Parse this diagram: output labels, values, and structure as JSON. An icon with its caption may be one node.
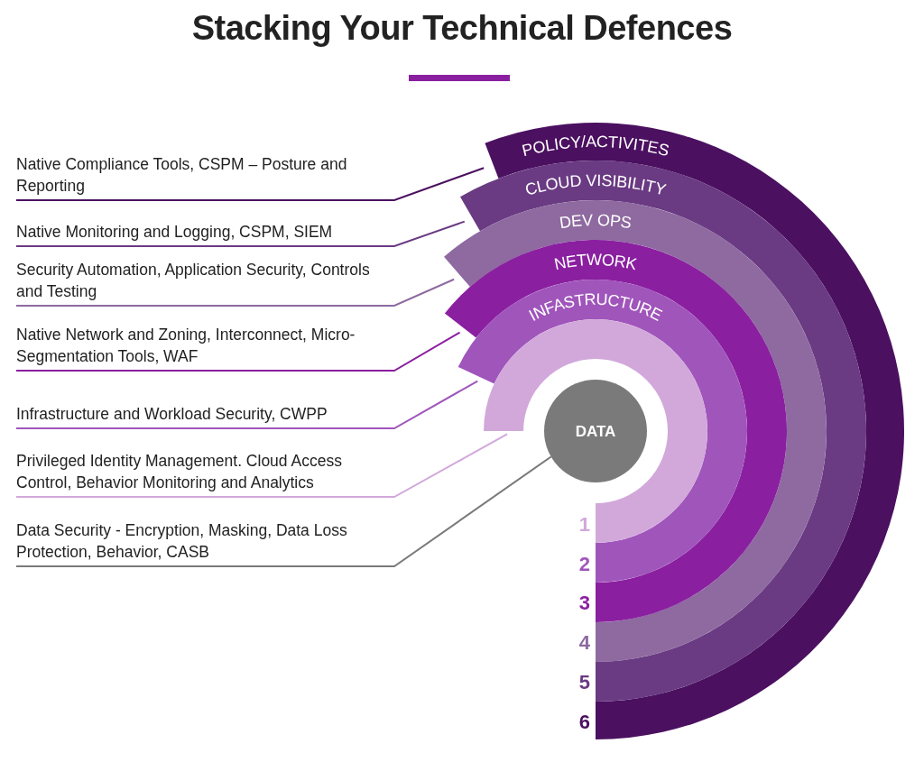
{
  "diagram": {
    "title": "Stacking Your Technical Defences",
    "nodes": [
      {
        "text": [
          "POLICY/ACTIVITES"
        ],
        "beside": [
          "6"
        ]
      },
      {
        "text": [
          "CLOUD VISIBILITY"
        ],
        "beside": [
          "5"
        ]
      },
      {
        "text": [
          "DEV OPS"
        ],
        "beside": [
          "4"
        ]
      },
      {
        "text": [
          "NETWORK"
        ],
        "beside": [
          "3"
        ]
      },
      {
        "text": [
          "INFASTRUCTURE"
        ],
        "beside": [
          "2"
        ]
      },
      {
        "text": [],
        "shape": "arc",
        "beside": [
          "1"
        ]
      },
      {
        "text": [
          "DATA"
        ]
      },
      {
        "text": [
          "Native Compliance Tools, CSPM – Posture and Reporting"
        ]
      },
      {
        "text": [
          "Native Monitoring and Logging, CSPM, SIEM"
        ]
      },
      {
        "text": [
          "Security Automation, Application Security, Controls and Testing"
        ]
      },
      {
        "text": [
          "Native Network and Zoning, Interconnect, Micro-Segmentation Tools, WAF"
        ]
      },
      {
        "text": [
          "Infrastructure and Workload Security, CWPP"
        ]
      },
      {
        "text": [
          "Privileged Identity Management. Cloud Access Control, Behavior Monitoring and Analytics"
        ]
      },
      {
        "text": [
          "Data Security - Encryption, Masking, Data Loss Protection, Behavior, CASB"
        ]
      }
    ],
    "edges": [
      {
        "from": 7,
        "to": 0,
        "arrow": "none",
        "color": "#4b1060"
      },
      {
        "from": 8,
        "to": 1,
        "arrow": "none",
        "color": "#6a3a82"
      },
      {
        "from": 9,
        "to": 2,
        "arrow": "none",
        "color": "#8e6aa0"
      },
      {
        "from": 10,
        "to": 3,
        "arrow": "none",
        "color": "#8a1fa0"
      },
      {
        "from": 11,
        "to": 4,
        "arrow": "none",
        "color": "#a055bb"
      },
      {
        "from": 12,
        "to": 5,
        "arrow": "none",
        "color": "#d2a8db"
      },
      {
        "from": 13,
        "to": 6,
        "arrow": "none",
        "color": "#7a7a7a"
      }
    ]
  }
}
